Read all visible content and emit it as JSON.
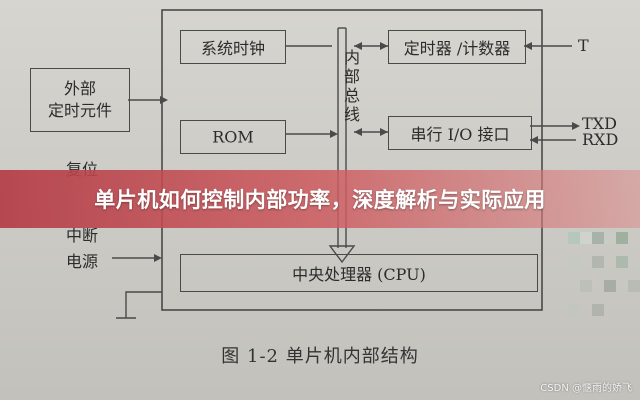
{
  "diagram": {
    "blocks": {
      "system_clock": "系统时钟",
      "timer_counter": "定时器 /计数器",
      "rom": "ROM",
      "serial_io": "串行 I/O 接口",
      "cpu": "中央处理器 (CPU)",
      "external_timer": "外部\n定时元件"
    },
    "internal_bus_label": "内部总线",
    "signals": {
      "t": "T",
      "txd": "TXD",
      "rxd": "RXD",
      "reset": "复位",
      "interrupt": "中断",
      "power": "电源"
    },
    "caption": "图 1-2    单片机内部结构"
  },
  "banner": {
    "title": "单片机如何控制内部功率，深度解析与实际应用",
    "background": "#c24a55"
  },
  "watermark": "CSDN @惬雨的娇飞"
}
